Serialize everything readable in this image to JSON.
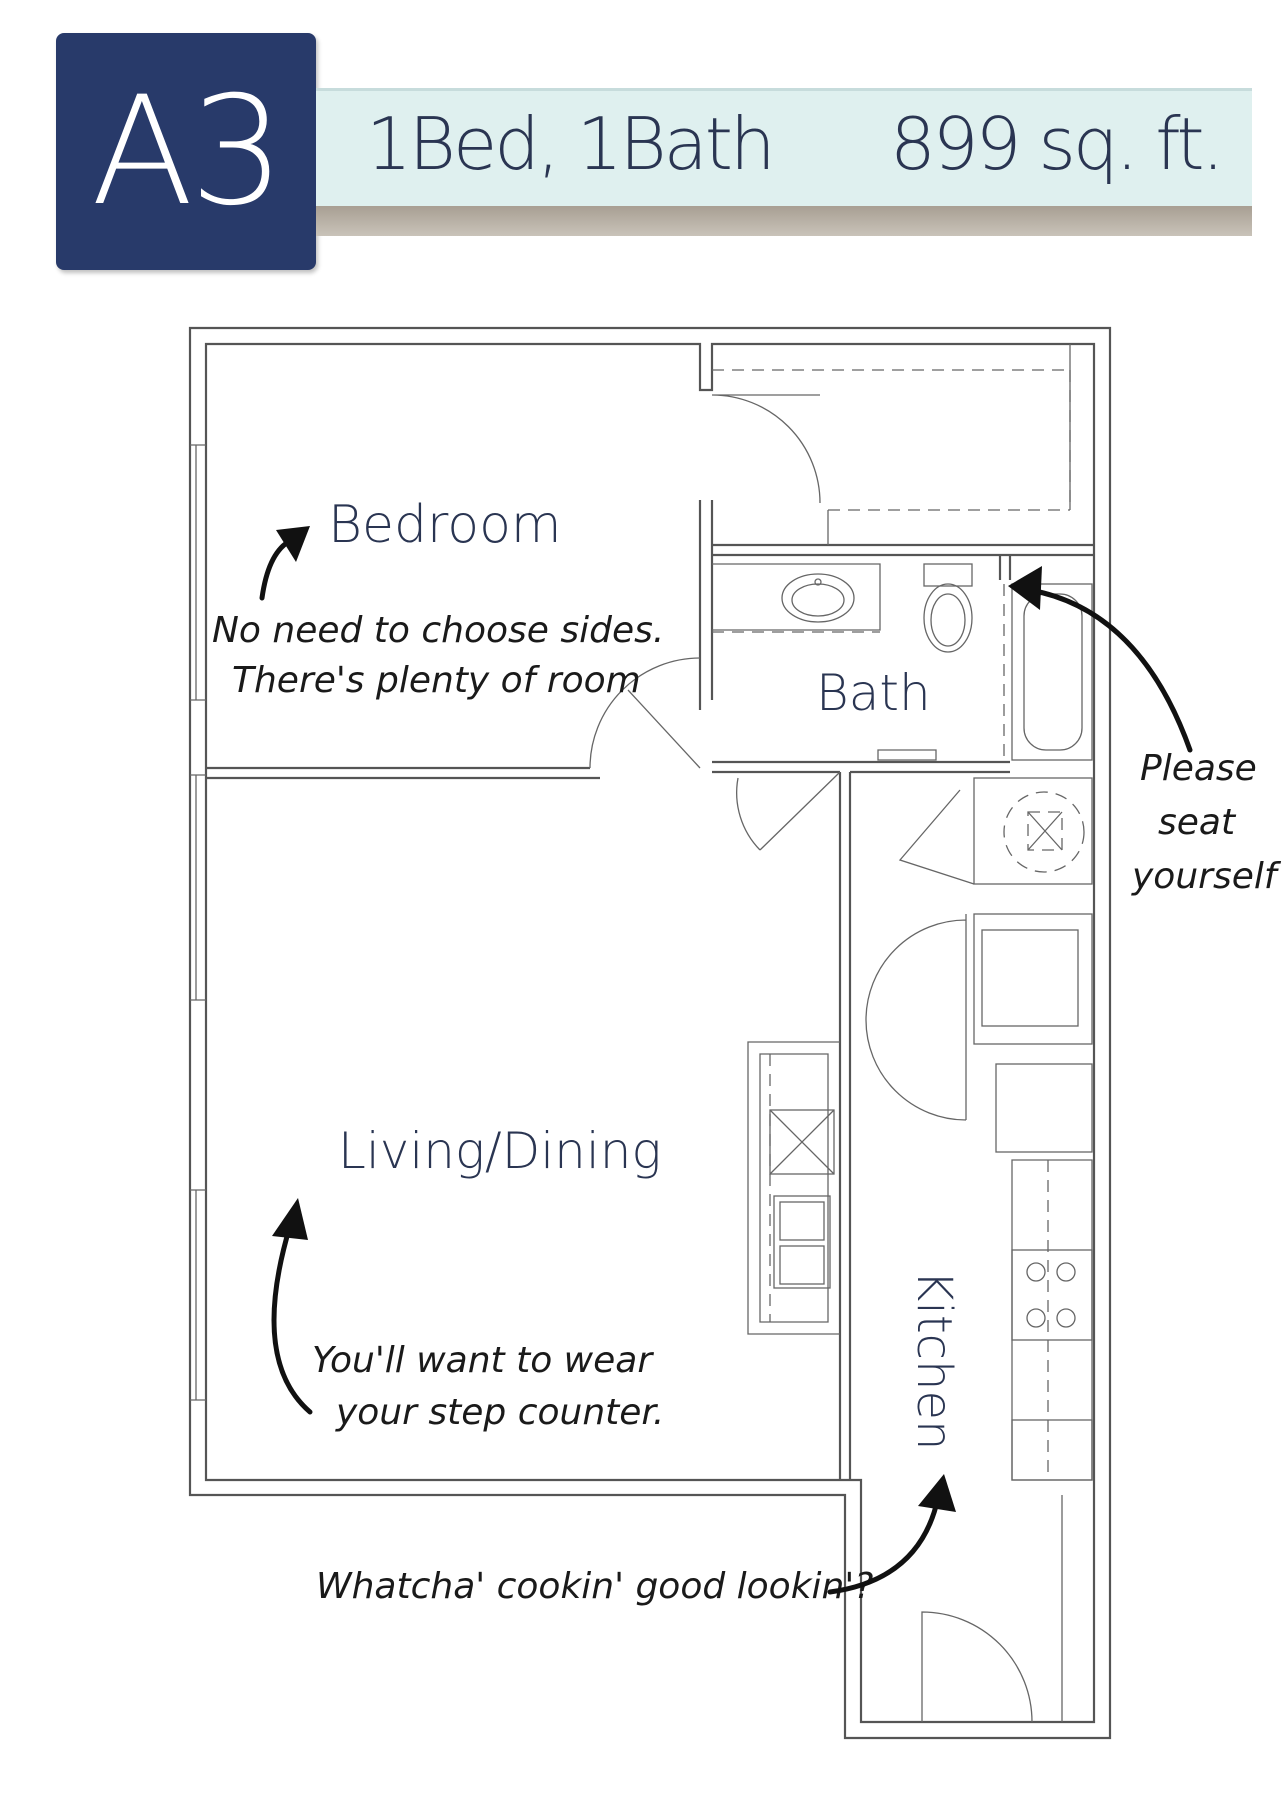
{
  "header": {
    "unit_code": "A3",
    "bed_bath": "1Bed, 1Bath",
    "area": "899 sq. ft."
  },
  "rooms": {
    "bedroom": "Bedroom",
    "bath": "Bath",
    "living_dining": "Living/Dining",
    "kitchen": "Kitchen"
  },
  "notes": {
    "bedroom_line1": "No need to choose sides.",
    "bedroom_line2": "There's plenty of room",
    "bath_line1": "Please",
    "bath_line2": "seat",
    "bath_line3": "yourself",
    "living_line1": "You'll want to wear",
    "living_line2": "your step counter.",
    "kitchen_line1": "Whatcha' cookin' good lookin'?"
  },
  "colors": {
    "badge": "#283a6a",
    "band": "#dff0ef",
    "band_shadow": "#b3aa9e",
    "label_text": "#2a3552"
  },
  "icons": [
    "arrow-icon",
    "toilet-icon",
    "sink-icon",
    "bathtub-icon",
    "stove-icon",
    "double-sink-icon",
    "washer-icon",
    "water-heater-icon"
  ]
}
